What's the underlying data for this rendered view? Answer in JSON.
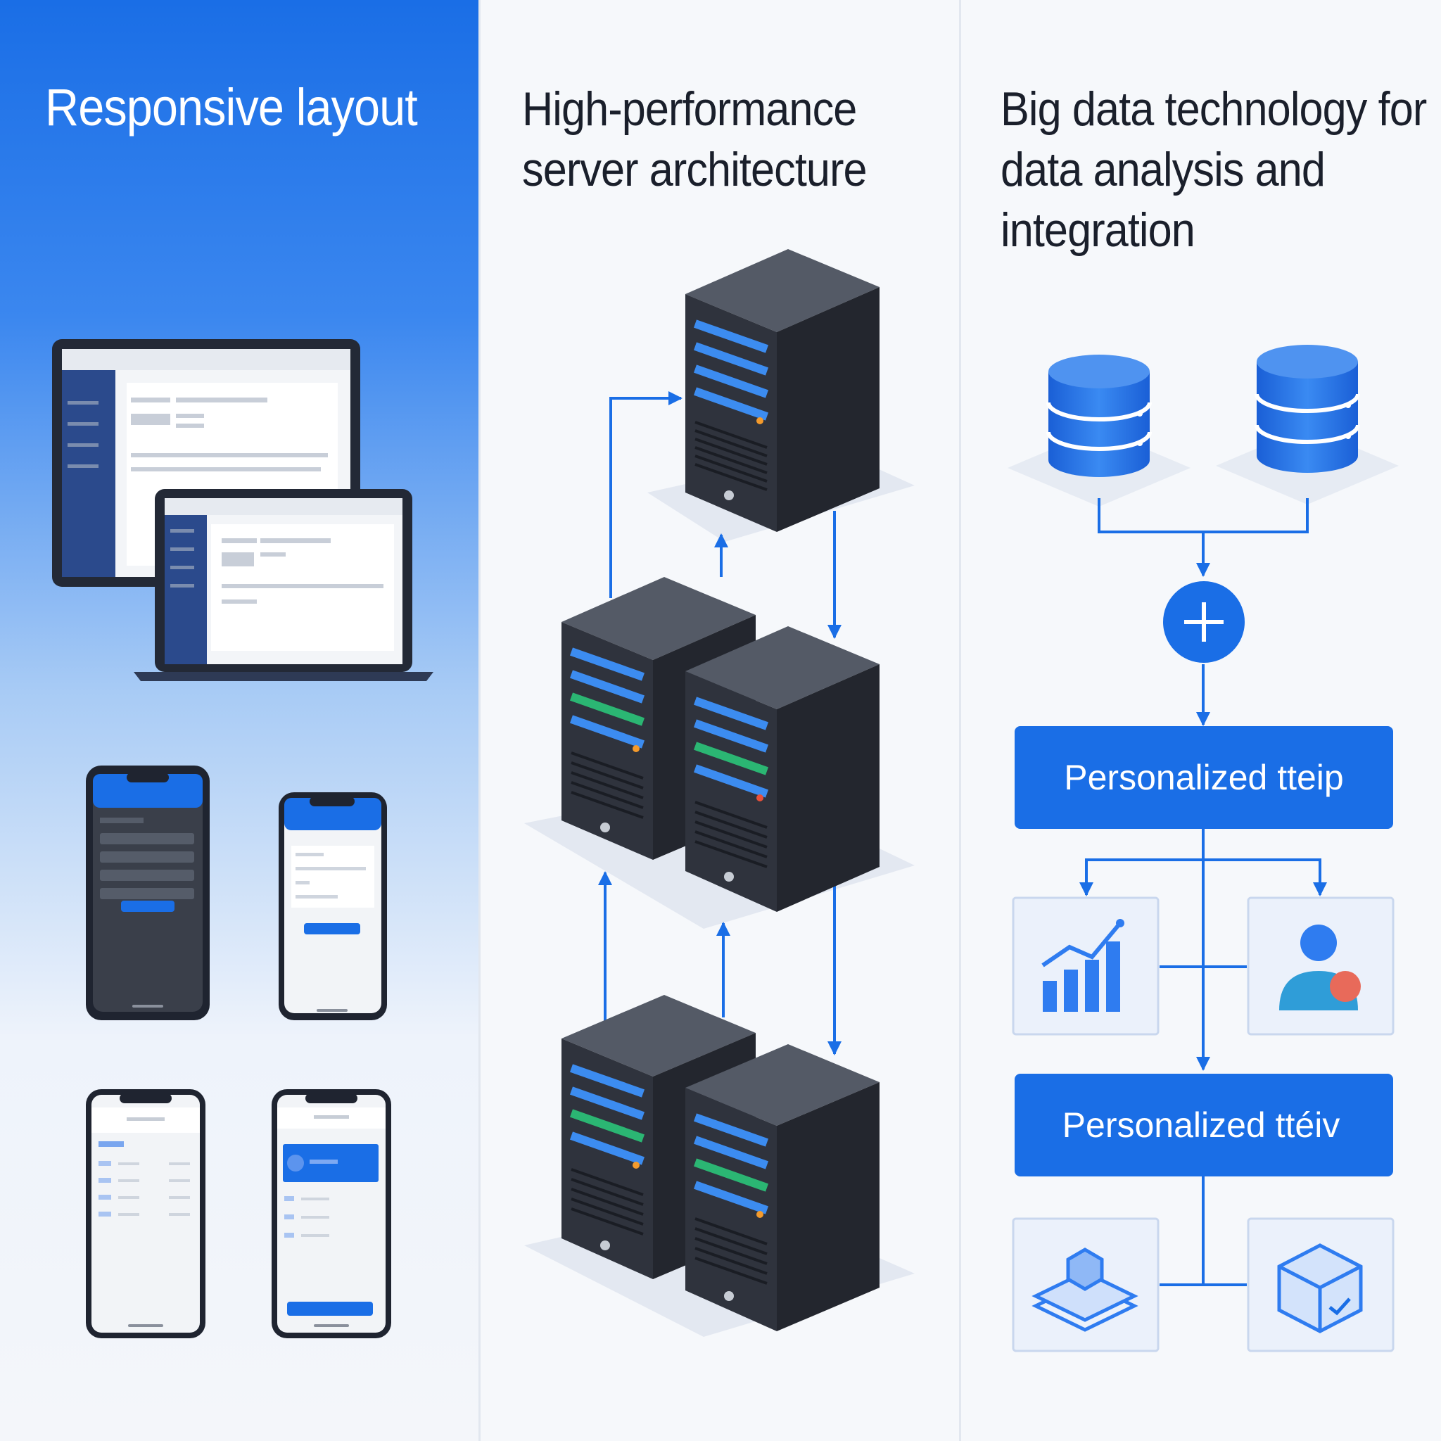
{
  "columns": [
    {
      "title": "Responsive layout"
    },
    {
      "title": "High-performance server architecture"
    },
    {
      "title": "Big data technology for data analysis and integration"
    }
  ],
  "flow": {
    "box1_label": "Personalized tteip",
    "box2_label": "Personalized ttéiv",
    "merge_icon": "plus-icon",
    "mid_icons": [
      "bar-chart-icon",
      "user-icon"
    ],
    "bottom_icons": [
      "layers-icon",
      "package-icon"
    ]
  },
  "colors": {
    "accent_blue": "#1a6ee6",
    "server_dark": "#2f333d",
    "database_blue": "#2f7cf0"
  }
}
